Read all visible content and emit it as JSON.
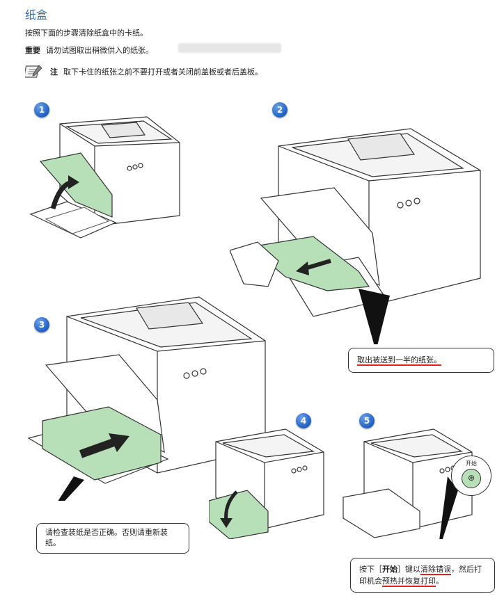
{
  "page": {
    "title": "纸盒",
    "intro": "按照下面的步骤清除纸盒中的卡纸。",
    "important_label": "重要",
    "important_text": "请勿试图取出稍微供入的纸张。",
    "note_label": "注",
    "note_text": "取下卡住的纸张之前不要打开或者关闭前盖板或者后盖板。"
  },
  "steps": [
    "1",
    "2",
    "3",
    "4",
    "5"
  ],
  "callouts": {
    "step2": "取出被送到一半的纸张。",
    "step3": "请检查装纸是否正确。否则请重新装纸。",
    "step5_prefix": "按下［",
    "step5_key": "开始",
    "step5_mid": "］键以",
    "step5_u1": "清除错误",
    "step5_mid2": "，然后打印机会",
    "step5_u2": "预热并恢复打印",
    "step5_end": "。"
  },
  "start_button_label": "开始",
  "colors": {
    "title": "#2a6db5",
    "paper_green": "#b8e0b8",
    "step_badge": "#1e5fc0",
    "underline_red": "#dd2222"
  }
}
